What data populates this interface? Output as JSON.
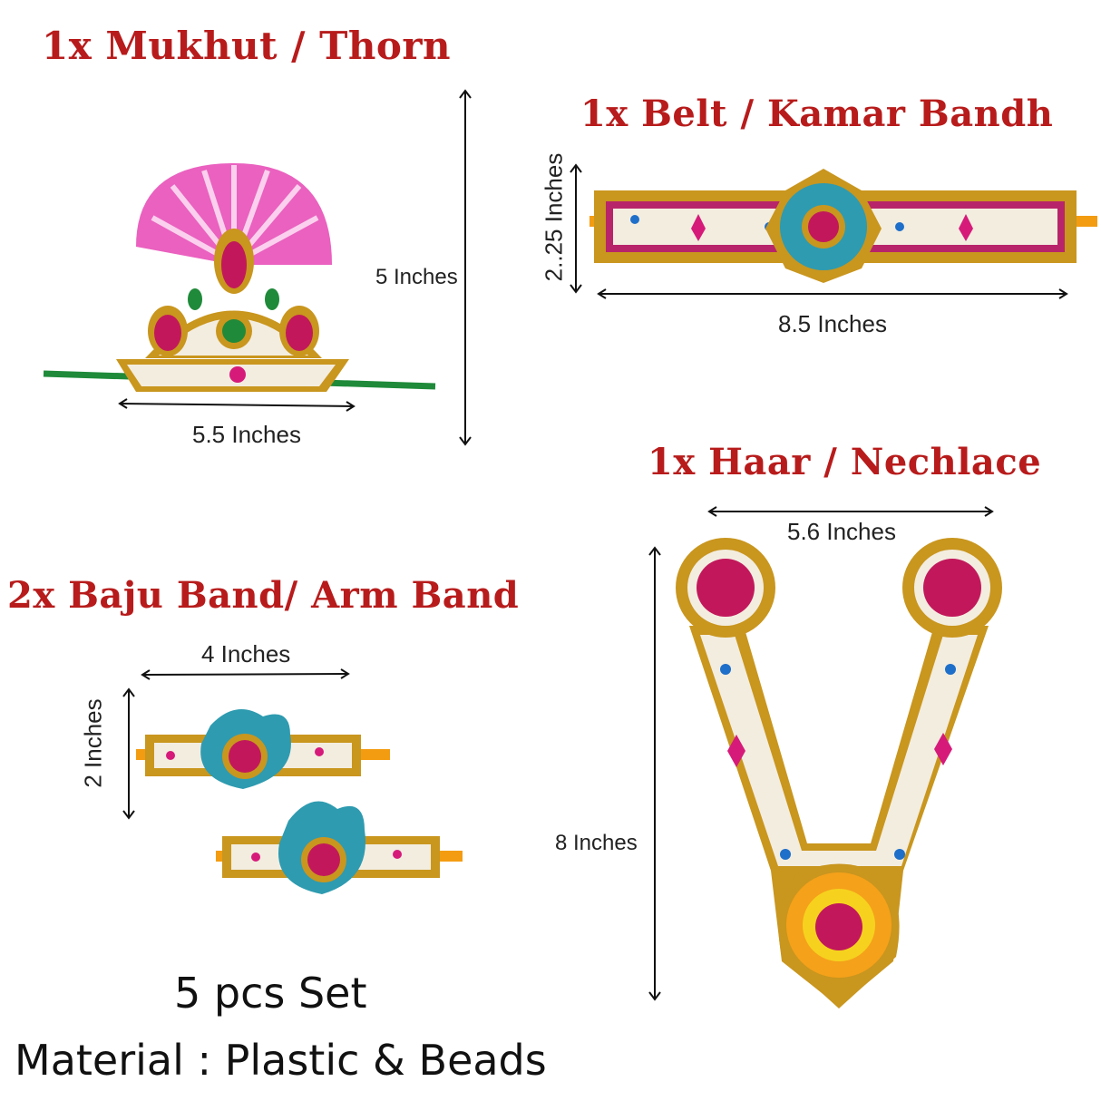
{
  "titles": {
    "mukhut": "1x Mukhut / Thorn",
    "belt": "1x Belt / Kamar Bandh",
    "haar": "1x Haar /  Nechlace",
    "baju": "2x  Baju Band/ Arm Band"
  },
  "dimensions": {
    "mukhut_height": "5 Inches",
    "mukhut_width": "5.5 Inches",
    "belt_height": "2..25 Inches",
    "belt_width": "8.5  Inches",
    "haar_width": "5.6 Inches",
    "haar_height": "8 Inches",
    "baju_width": "4  Inches",
    "baju_height": "2 Inches"
  },
  "footer": {
    "set": "5 pcs Set",
    "material": "Material : Plastic & Beads"
  },
  "colors": {
    "title": "#b81b1b",
    "gold": "#c9961e",
    "pink": "#d61a7a",
    "teal": "#2e9bb0",
    "pearl": "#f3ede0"
  }
}
